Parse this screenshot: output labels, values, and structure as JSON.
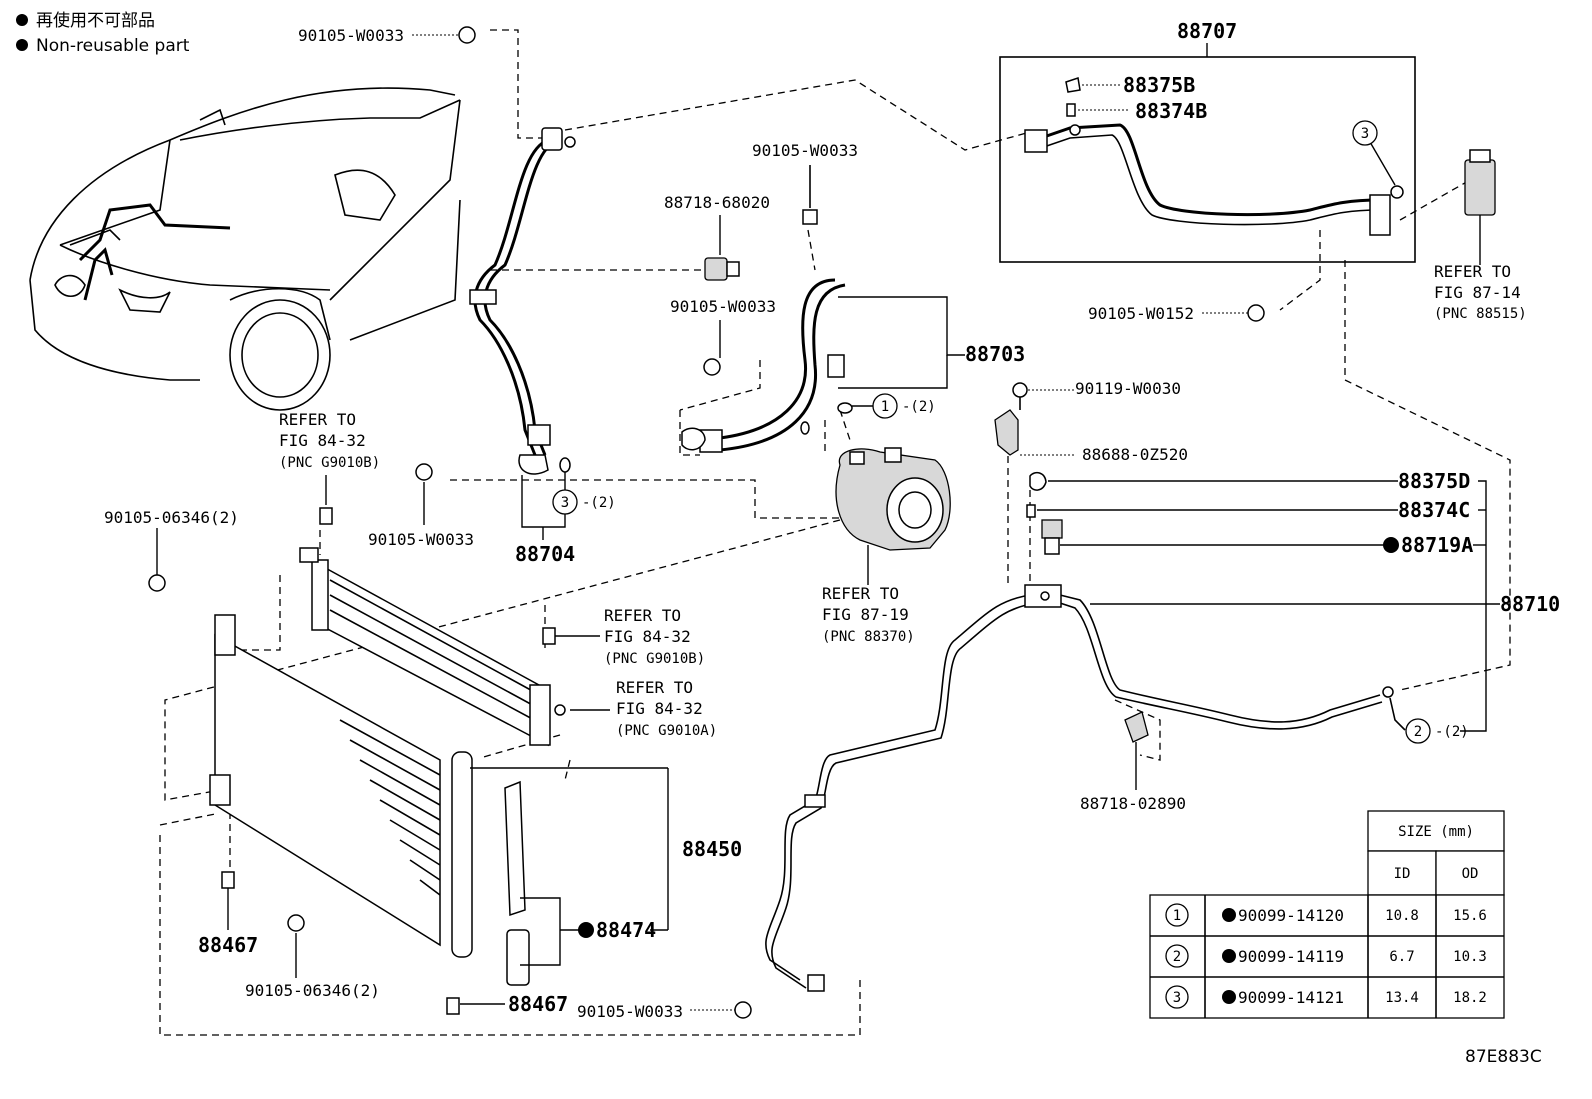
{
  "legend": {
    "japanese": "再使用不可部品",
    "english": "Non-reusable part"
  },
  "labels": {
    "p_88707": "88707",
    "p_88375B": "88375B",
    "p_88374B": "88374B",
    "p_90105_W0033_top": "90105-W0033",
    "p_90105_W0033_mid": "90105-W0033",
    "p_90105_W0033_left": "90105-W0033",
    "p_90105_W0033_hose": "90105-W0033",
    "p_90105_W0033_bottom": "90105-W0033",
    "p_88718_68020": "88718-68020",
    "p_88703": "88703",
    "p_90105_W0152": "90105-W0152",
    "p_90119_W0030": "90119-W0030",
    "p_88688_0Z520": "88688-0Z520",
    "p_88375D": "88375D",
    "p_88374C": "88374C",
    "p_88719A": "88719A",
    "p_88710": "88710",
    "p_88704": "88704",
    "p_88718_02890": "88718-02890",
    "p_90105_06346_top": "90105-06346(2)",
    "p_90105_06346_bottom": "90105-06346(2)",
    "p_88450": "88450",
    "p_88474": "88474",
    "p_88467_left": "88467",
    "p_88467_bottom": "88467",
    "qty_2": "-(2)",
    "qty_2b": "-(2)",
    "qty_2c": "-(2)",
    "circle_1": "1",
    "circle_2": "2",
    "circle_3": "3",
    "circle_3b": "3"
  },
  "refers": {
    "r1": [
      "REFER TO",
      "FIG 84-32",
      "(PNC G9010B)"
    ],
    "r2": [
      "REFER TO",
      "FIG 84-32",
      "(PNC G9010B)"
    ],
    "r3": [
      "REFER TO",
      "FIG 84-32",
      "(PNC G9010A)"
    ],
    "r4": [
      "REFER TO",
      "FIG 87-19",
      "(PNC 88370)"
    ],
    "r5": [
      "REFER TO",
      "FIG 87-14",
      "(PNC 88515)"
    ]
  },
  "size_table": {
    "title": "SIZE (mm)",
    "col_id": "ID",
    "col_od": "OD",
    "rows": [
      {
        "no": "1",
        "part": "90099-14120",
        "id": "10.8",
        "od": "15.6"
      },
      {
        "no": "2",
        "part": "90099-14119",
        "id": "6.7",
        "od": "10.3"
      },
      {
        "no": "3",
        "part": "90099-14121",
        "id": "13.4",
        "od": "18.2"
      }
    ]
  },
  "figure_code": "87E883C"
}
